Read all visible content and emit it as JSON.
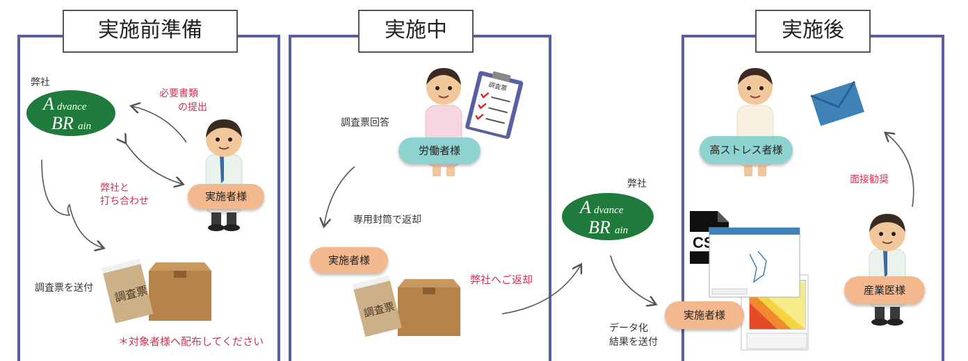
{
  "panels": [
    {
      "title": "実施前準備"
    },
    {
      "title": "実施中"
    },
    {
      "title": "実施後"
    }
  ],
  "logo": {
    "line1": "Advance",
    "line2": "BRain"
  },
  "labels": {
    "company_1": "弊社",
    "company_2": "弊社",
    "submit_docs_1": "必要書類",
    "submit_docs_2": "の提出",
    "meeting_1": "弊社と",
    "meeting_2": "打ち合わせ",
    "send_survey": "調査票を送付",
    "distribute_note": "＊対象者様へ配布してください",
    "survey_answer": "調査票回答",
    "return_envelope": "専用封筒で返却",
    "return_company": "弊社へご返却",
    "data_1": "データ化",
    "data_2": "結果を送付",
    "interview": "面接勧奨",
    "survey_stamp": "調査票",
    "csv": "CSV",
    "clipboard_head": "調査票"
  },
  "pills": {
    "implementer_1": "実施者様",
    "worker": "労働者様",
    "implementer_2": "実施者様",
    "high_stress": "高ストレス者様",
    "implementer_3": "実施者様",
    "doctor": "産業医様"
  },
  "colors": {
    "panel_border": "#5a5fa0",
    "red_text": "#cc3355",
    "logo_green": "#1f7a3c",
    "pill_orange": "#f4b88e",
    "pill_teal": "#8fd3d0"
  }
}
